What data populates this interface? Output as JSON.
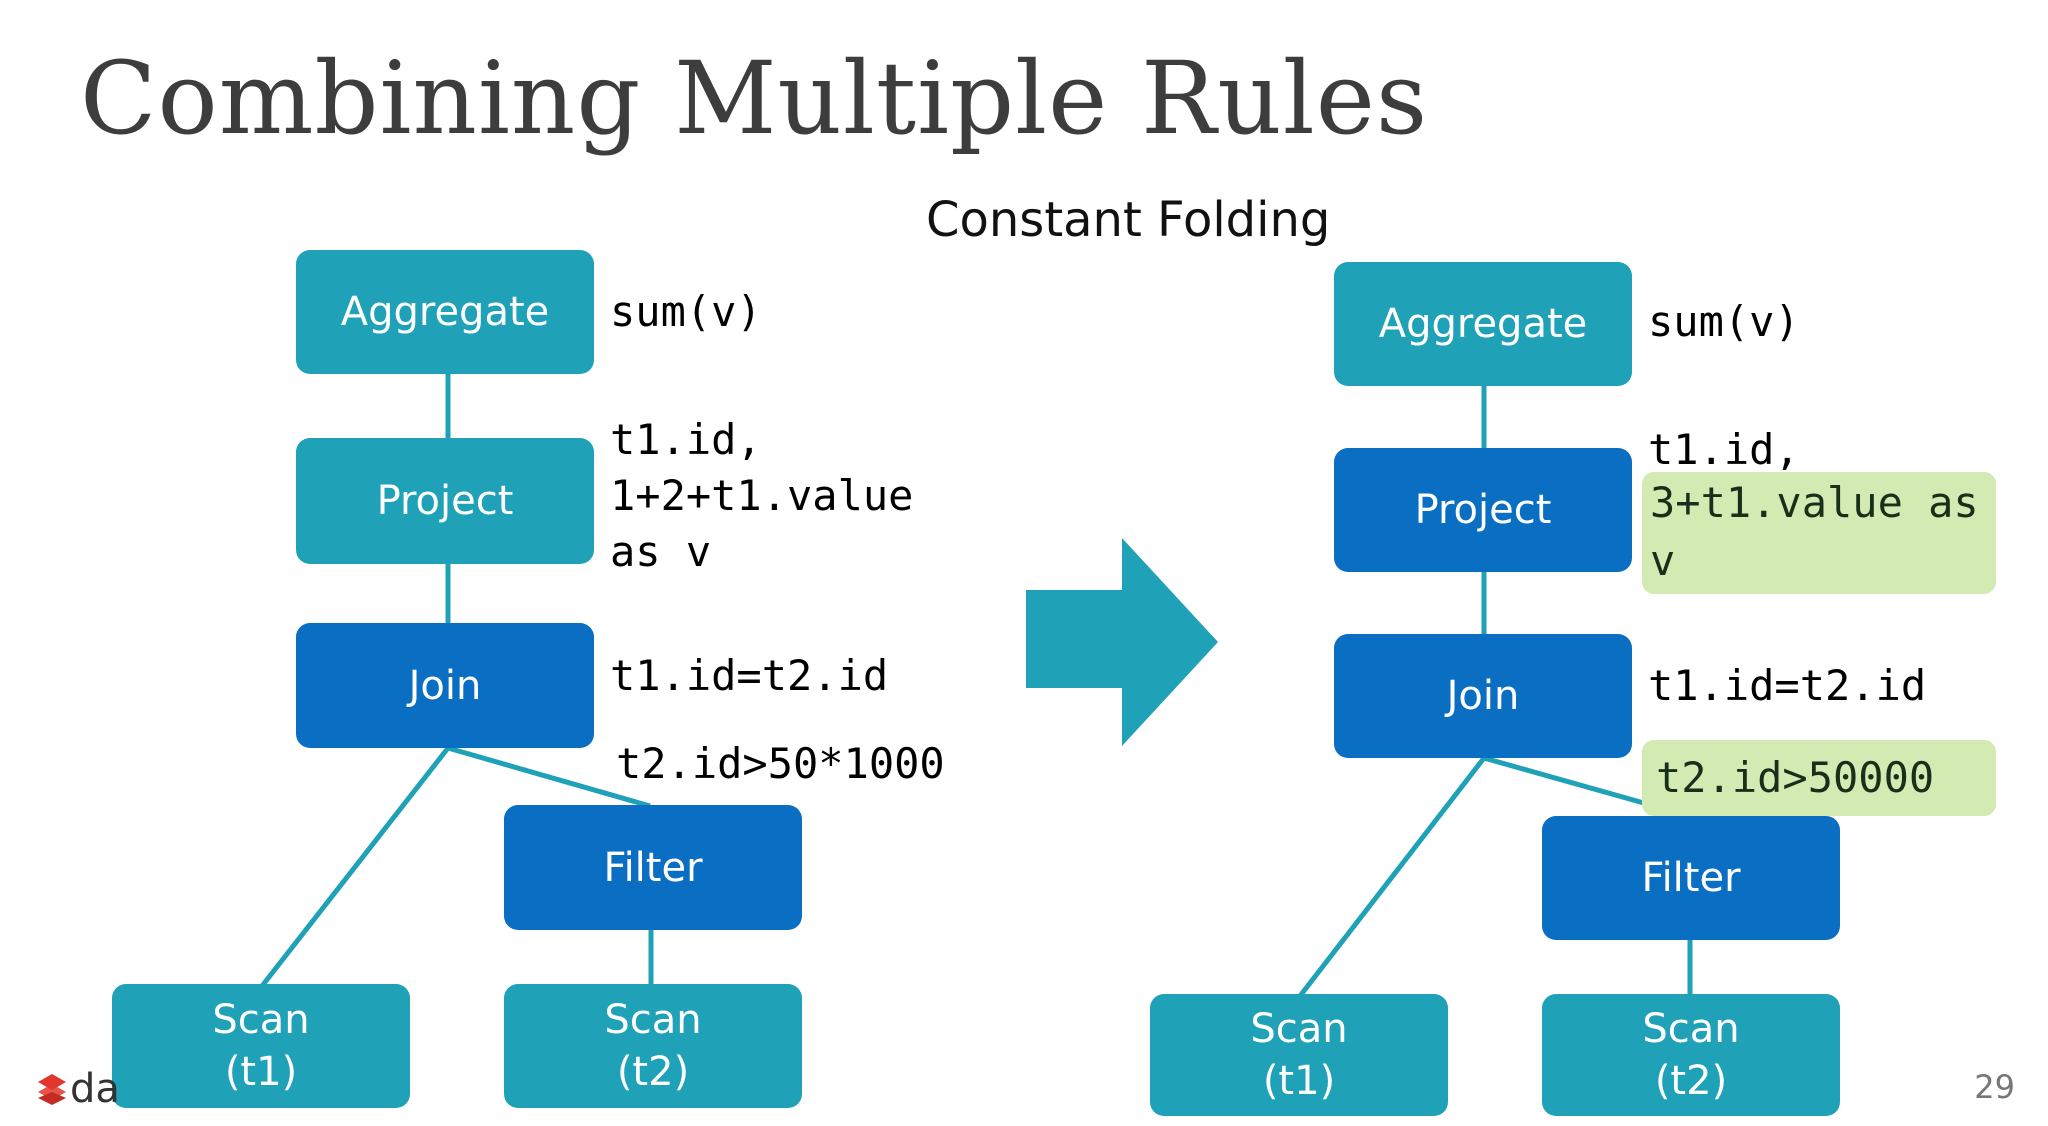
{
  "slide": {
    "title": "Combining Multiple Rules",
    "subtitle": "Constant Folding",
    "page_number": "29",
    "logo_text": "da"
  },
  "left_tree": {
    "aggregate": "Aggregate",
    "project": "Project",
    "join": "Join",
    "filter": "Filter",
    "scan_t1": {
      "line1": "Scan",
      "line2": "(t1)"
    },
    "scan_t2": {
      "line1": "Scan",
      "line2": "(t2)"
    },
    "aggregate_expr": "sum(v)",
    "project_expr": "t1.id,\n1+2+t1.value\nas v",
    "join_expr": "t1.id=t2.id",
    "filter_expr": "t2.id>50*1000"
  },
  "right_tree": {
    "aggregate": "Aggregate",
    "project": "Project",
    "join": "Join",
    "filter": "Filter",
    "scan_t1": {
      "line1": "Scan",
      "line2": "(t1)"
    },
    "scan_t2": {
      "line1": "Scan",
      "line2": "(t2)"
    },
    "aggregate_expr": "sum(v)",
    "project_expr_first": "t1.id,",
    "project_expr_folded": "3+t1.value as\nv",
    "join_expr": "t1.id=t2.id",
    "filter_expr_folded": "t2.id>50000"
  },
  "colors": {
    "teal_node": "#1fa1b8",
    "blue_node": "#0a6fc2",
    "highlight": "#d4eab3",
    "connector": "#1fa1b8"
  }
}
